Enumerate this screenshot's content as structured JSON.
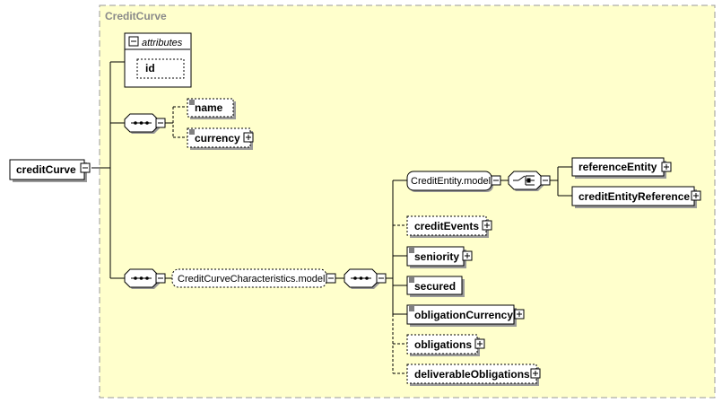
{
  "complex_type": {
    "title": "CreditCurve"
  },
  "attributes": {
    "header": "attributes",
    "items": [
      "id"
    ]
  },
  "root": {
    "label": "creditCurve"
  },
  "inner_sequence": {
    "items": [
      "name",
      "currency"
    ]
  },
  "group": {
    "label": "CreditCurveCharacteristics.model"
  },
  "credit_entity": {
    "label": "CreditEntity.model",
    "choice_items": [
      "referenceEntity",
      "creditEntityReference"
    ]
  },
  "elements": {
    "credit_events": "creditEvents",
    "seniority": "seniority",
    "secured": "secured",
    "obligation_currency": "obligationCurrency",
    "obligations": "obligations",
    "deliverable_obligations": "deliverableObligations"
  },
  "colors": {
    "panel_fill": "#ffffcc",
    "panel_border": "#9a9a9a",
    "node_fill": "#ffffff",
    "title_text": "#8a8a8a"
  }
}
